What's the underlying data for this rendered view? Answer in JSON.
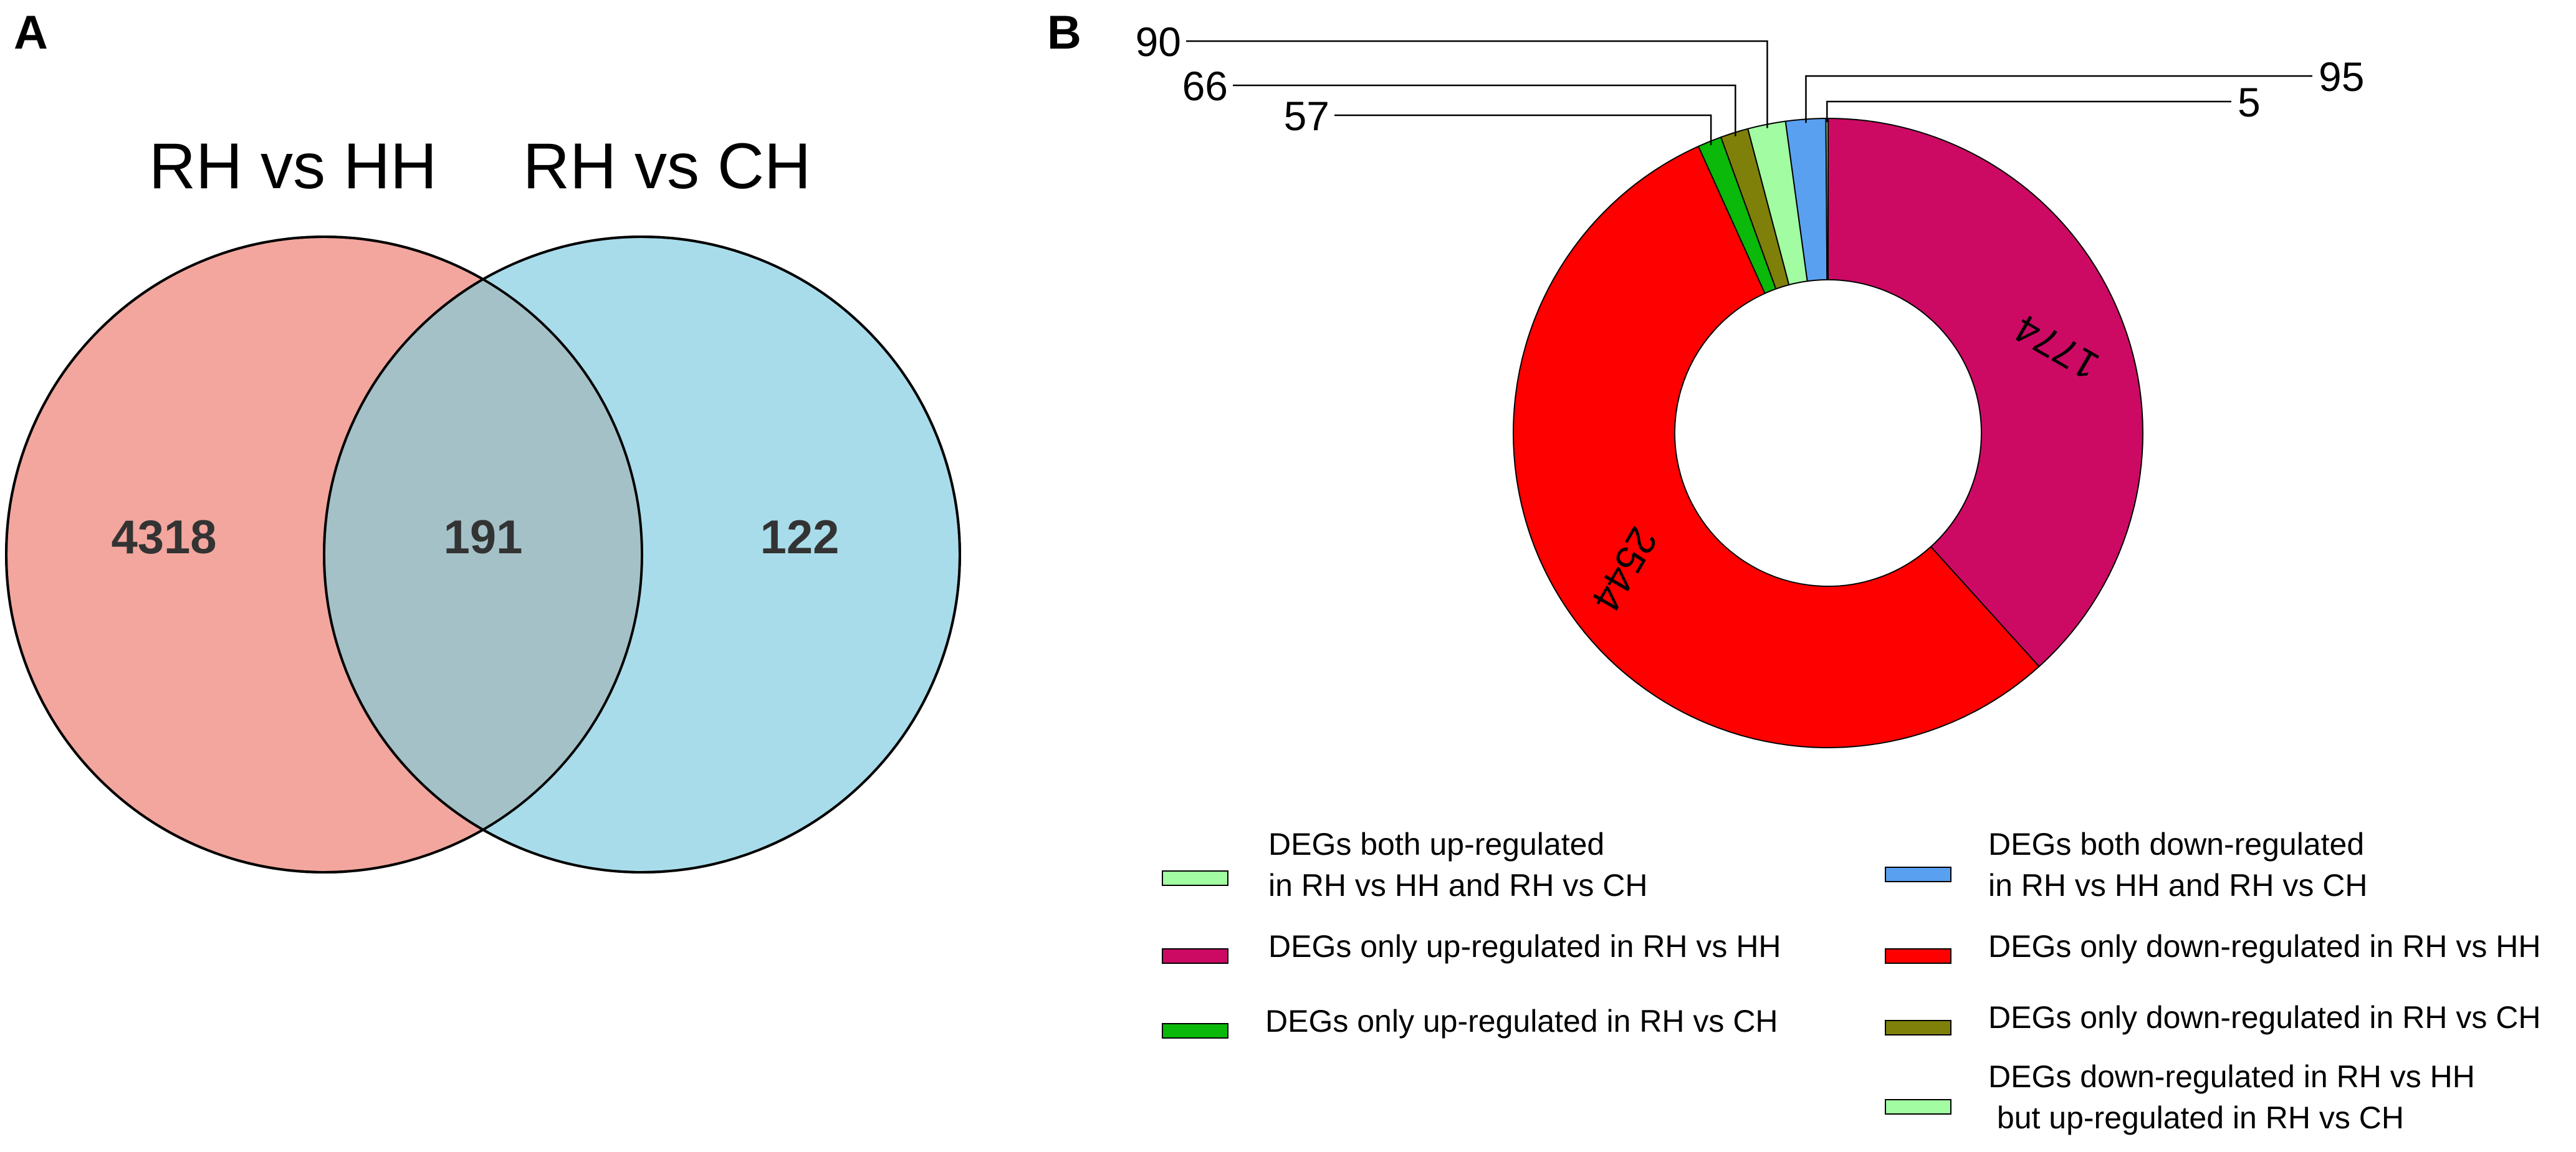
{
  "panel_a_label": "A",
  "panel_b_label": "B",
  "chart_data": [
    {
      "type": "venn",
      "sets": [
        {
          "name": "RH vs HH",
          "color": "#f2a69e"
        },
        {
          "name": "RH vs CH",
          "color": "#a9dcea"
        }
      ],
      "overlap_color": "#a4c1c7",
      "regions": [
        {
          "region": "RH vs HH only",
          "value": 4318
        },
        {
          "region": "RH vs HH & RH vs CH",
          "value": 191
        },
        {
          "region": "RH vs CH only",
          "value": 122
        }
      ]
    },
    {
      "type": "pie",
      "variant": "donut",
      "direction": "clockwise from top",
      "slices": [
        {
          "label": "DEGs only up-regulated in RH vs HH",
          "value": 1774,
          "color": "#cc0a64",
          "value_label": "1774",
          "label_style": "inside"
        },
        {
          "label": "DEGs only down-regulated in RH vs HH",
          "value": 2544,
          "color": "#ff0000",
          "value_label": "2544",
          "label_style": "inside"
        },
        {
          "label": "DEGs only up-regulated in RH vs CH",
          "value": 57,
          "color": "#0ab90a",
          "value_label": "57",
          "label_style": "callout"
        },
        {
          "label": "DEGs only down-regulated in RH vs CH",
          "value": 66,
          "color": "#7f800a",
          "value_label": "66",
          "label_style": "callout"
        },
        {
          "label": "DEGs both up-regulated in RH vs HH and RH vs CH",
          "value": 90,
          "color": "#a2fca2",
          "value_label": "90",
          "label_style": "callout"
        },
        {
          "label": "DEGs both down-regulated in RH vs HH and RH vs CH",
          "value": 95,
          "color": "#5aa0f0",
          "value_label": "95",
          "label_style": "callout"
        },
        {
          "label": "DEGs down-regulated in RH vs HH but up-regulated in RH vs CH",
          "value": 5,
          "color": "#a2fca2",
          "value_label": "5",
          "label_style": "callout"
        }
      ],
      "legend": {
        "placement": "bottom",
        "columns": 2,
        "items": [
          {
            "color": "#a2fca2",
            "lines": [
              "DEGs both up-regulated",
              "in RH vs HH and RH vs CH"
            ]
          },
          {
            "color": "#5aa0f0",
            "lines": [
              "DEGs both down-regulated",
              "in RH vs HH and RH vs CH"
            ]
          },
          {
            "color": "#cc0a64",
            "lines": [
              "DEGs only up-regulated in RH vs HH"
            ]
          },
          {
            "color": "#ff0000",
            "lines": [
              "DEGs only down-regulated in RH vs HH"
            ]
          },
          {
            "color": "#0ab90a",
            "lines": [
              "DEGs only up-regulated in RH vs CH"
            ]
          },
          {
            "color": "#7f800a",
            "lines": [
              "DEGs only down-regulated in RH vs CH"
            ]
          },
          {
            "color": "#a2fca2",
            "lines": [
              "DEGs down-regulated in RH vs HH",
              " but up-regulated in RH vs CH"
            ]
          }
        ]
      }
    }
  ]
}
